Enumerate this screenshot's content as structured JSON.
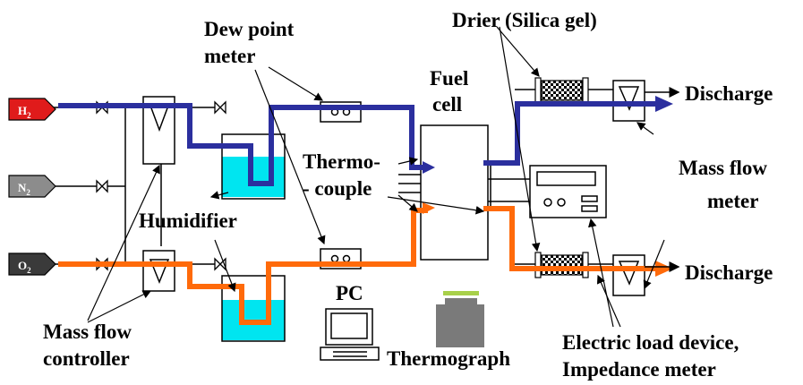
{
  "diagram": {
    "gases": [
      {
        "label": "H",
        "sub": "2",
        "color": "#e01b1b"
      },
      {
        "label": "N",
        "sub": "2",
        "color": "#8c8c8c"
      },
      {
        "label": "O",
        "sub": "2",
        "color": "#3a3a3a"
      }
    ],
    "labels": {
      "dew_point_1": "Dew point",
      "dew_point_2": "meter",
      "drier": "Drier (Silica gel)",
      "fuel_1": "Fuel",
      "fuel_2": "cell",
      "discharge_top": "Discharge",
      "discharge_bottom": "Discharge",
      "thermo_1": "Thermo-",
      "thermo_2": "- couple",
      "humidifier": "Humidifier",
      "mfm_1": "Mass flow",
      "mfm_2": "meter",
      "pc": "PC",
      "mfc_1": "Mass flow",
      "mfc_2": "controller",
      "thermograph": "Thermograph",
      "load_1": "Electric load device,",
      "load_2": "Impedance meter"
    },
    "colors": {
      "hydrogen_line": "#2b2f9e",
      "oxygen_line": "#ff6a0a",
      "water": "#00e5f0"
    }
  }
}
